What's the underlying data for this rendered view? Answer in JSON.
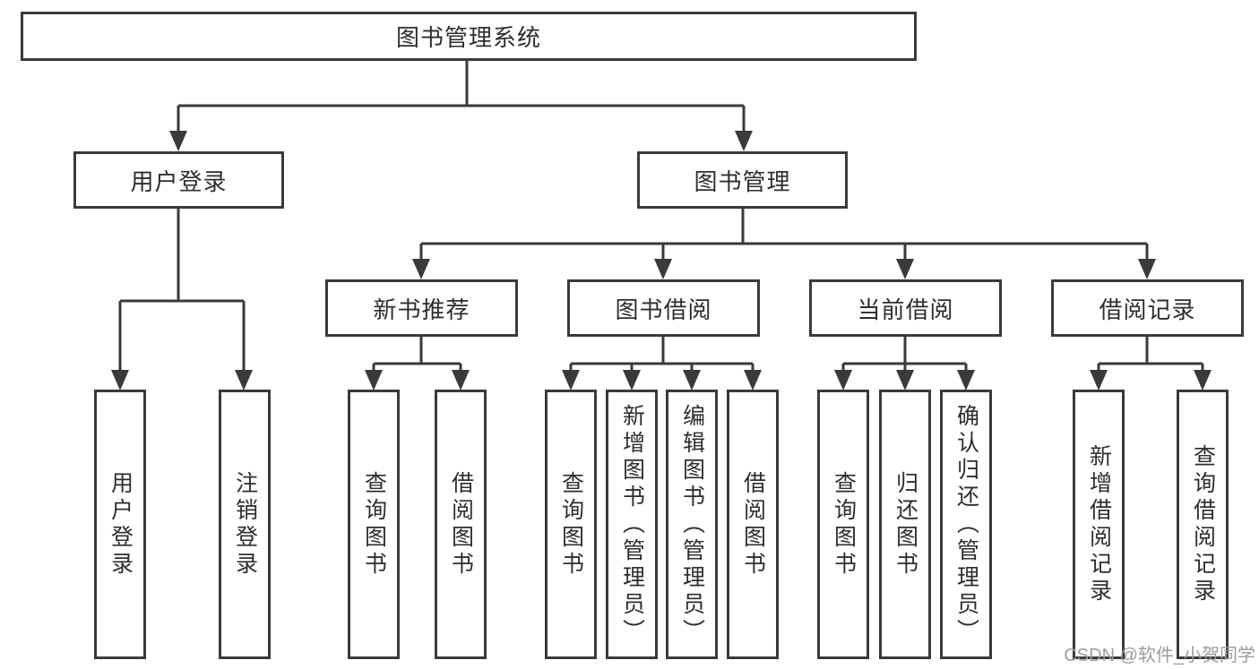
{
  "diagram": {
    "root": {
      "label": "图书管理系统"
    },
    "branches": [
      {
        "label": "用户登录",
        "leaves": [
          {
            "label": "用户登录"
          },
          {
            "label": "注销登录"
          }
        ]
      },
      {
        "label": "图书管理",
        "groups": [
          {
            "label": "新书推荐",
            "leaves": [
              {
                "label": "查询图书"
              },
              {
                "label": "借阅图书"
              }
            ]
          },
          {
            "label": "图书借阅",
            "leaves": [
              {
                "label": "查询图书"
              },
              {
                "label": "新增图书（管理员）"
              },
              {
                "label": "编辑图书（管理员）"
              },
              {
                "label": "借阅图书"
              }
            ]
          },
          {
            "label": "当前借阅",
            "leaves": [
              {
                "label": "查询图书"
              },
              {
                "label": "归还图书"
              },
              {
                "label": "确认归还（管理员）"
              }
            ]
          },
          {
            "label": "借阅记录",
            "leaves": [
              {
                "label": "新增借阅记录"
              },
              {
                "label": "查询借阅记录"
              }
            ]
          }
        ]
      }
    ]
  },
  "watermark": {
    "text": "CSDN @软件_小贺同学"
  },
  "colors": {
    "line": "#3a3a3a",
    "border": "#3a3a3a",
    "text": "#2e2e2e",
    "watermark": "#9c9c9c",
    "background": "#ffffff"
  }
}
